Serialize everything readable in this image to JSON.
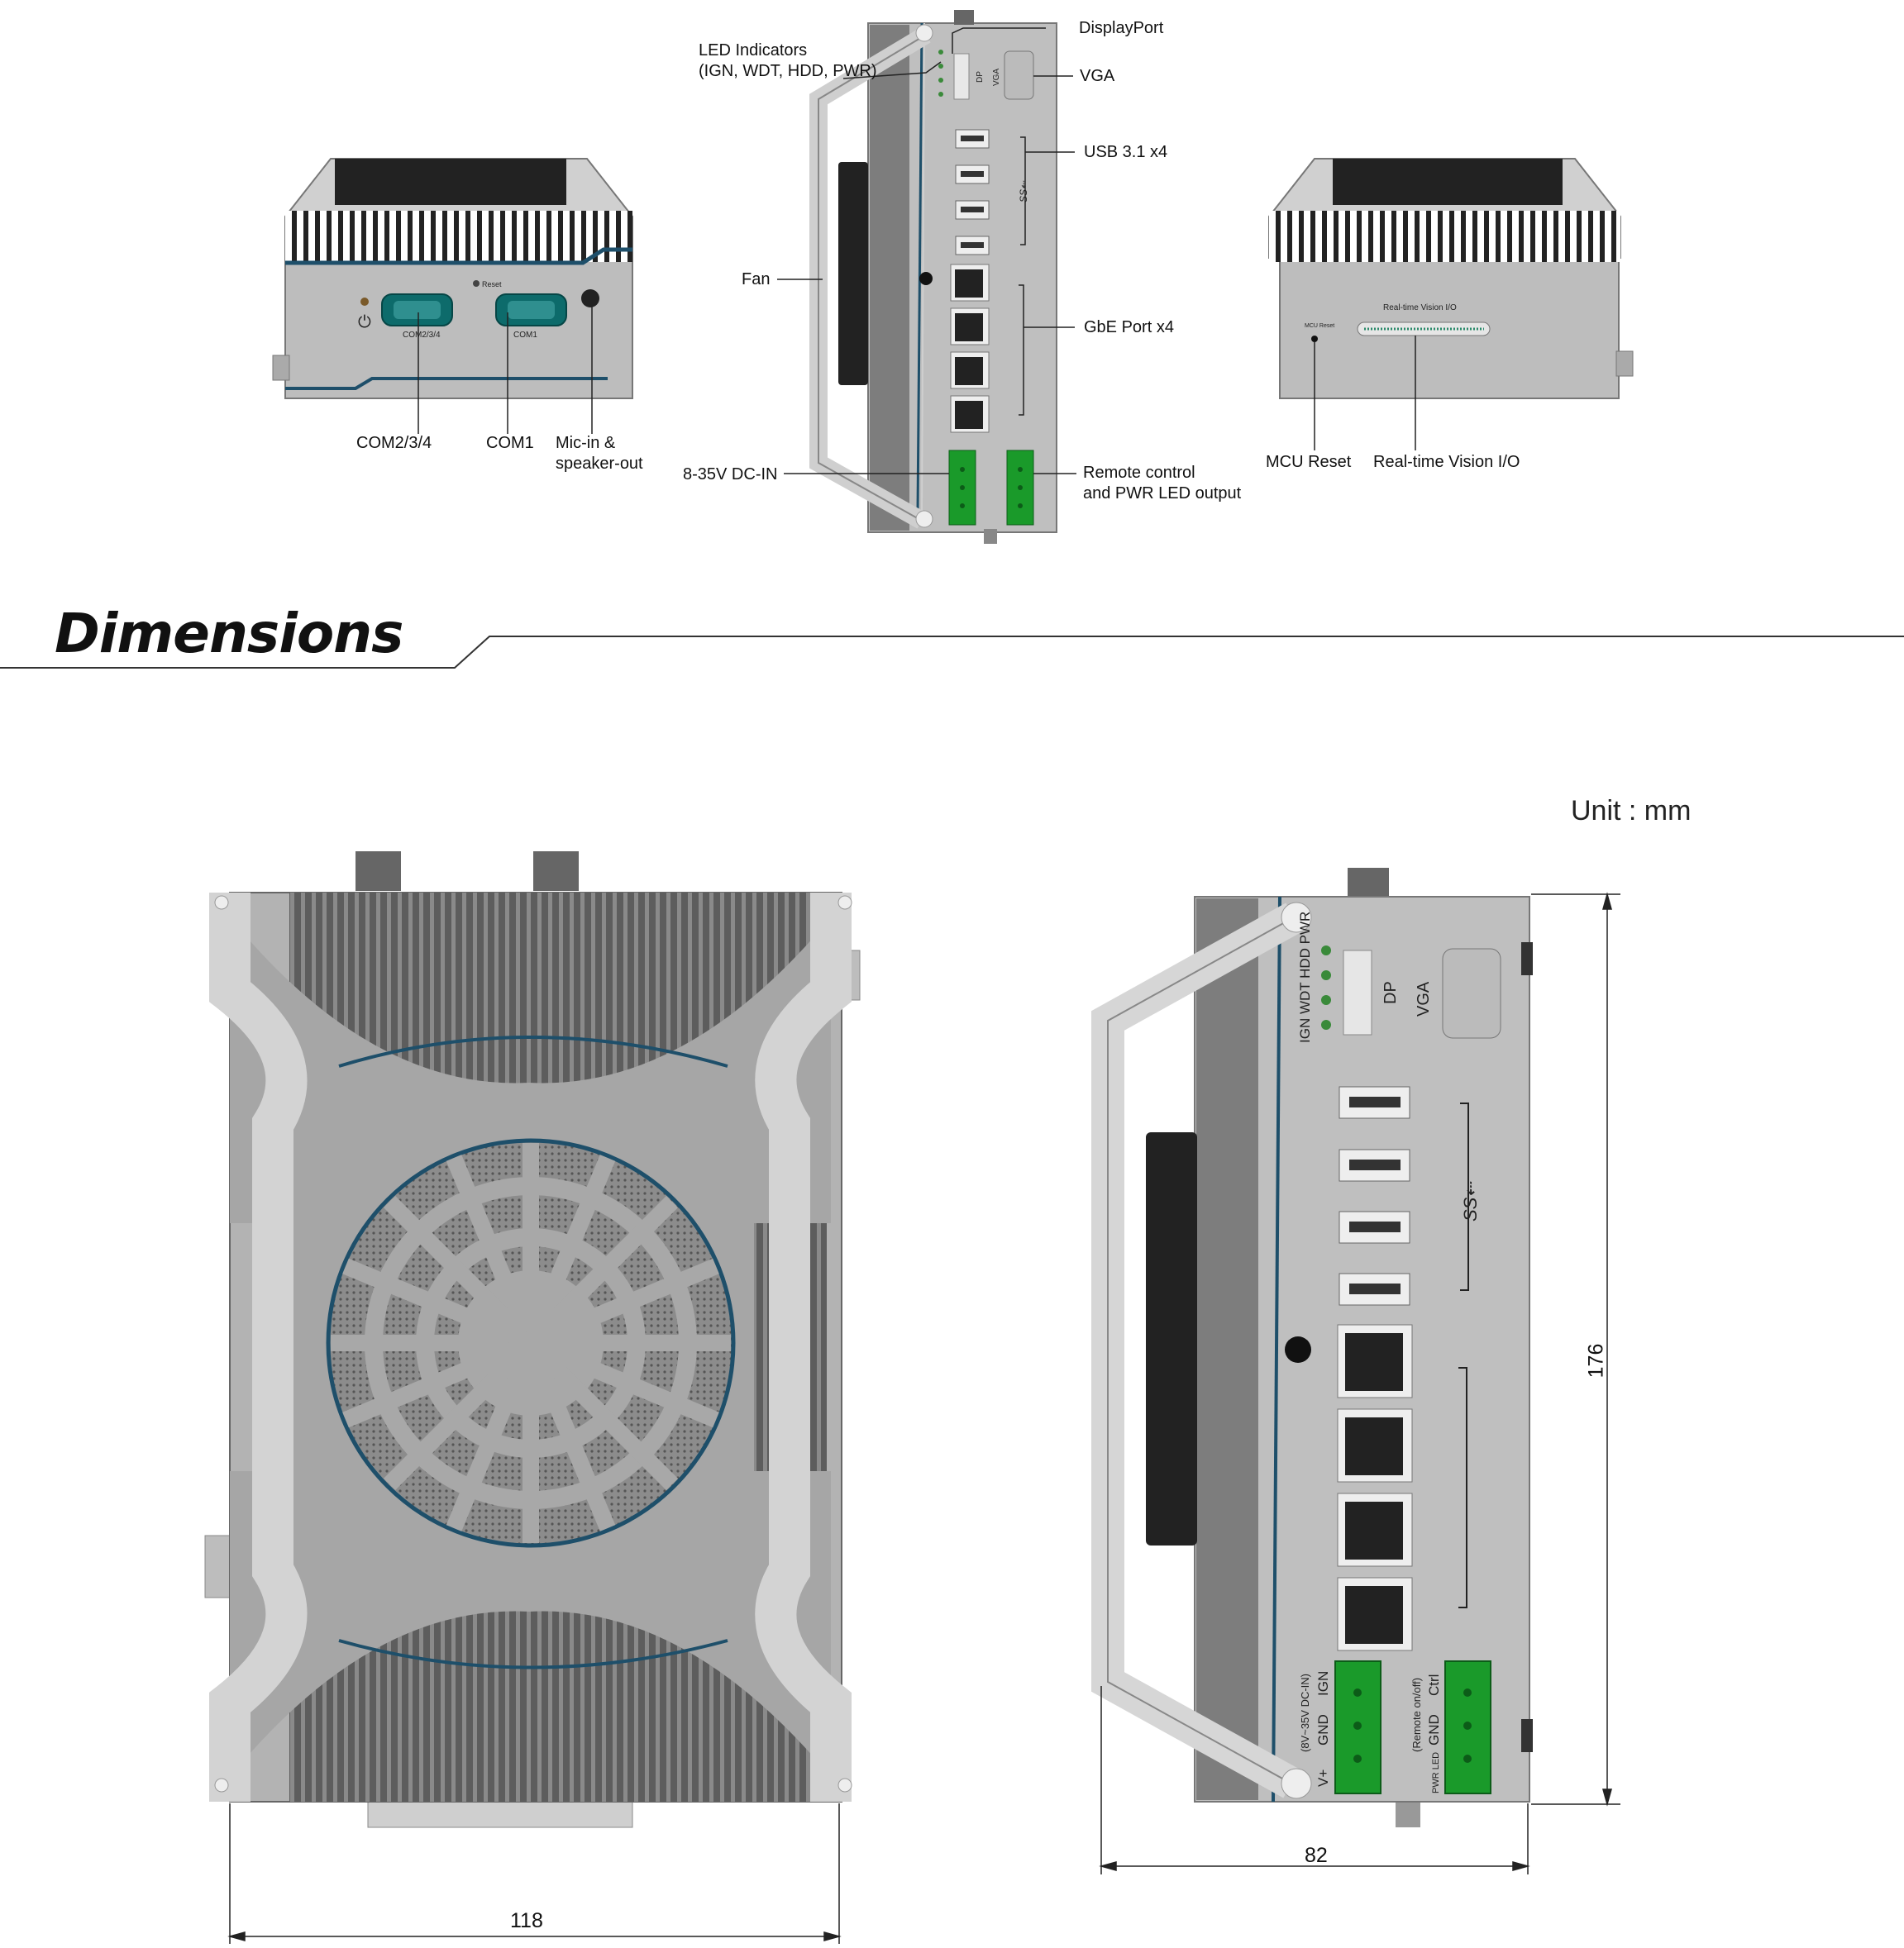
{
  "labels": {
    "led_indicators": "LED Indicators",
    "led_indicators_sub": "(IGN, WDT, HDD, PWR)",
    "displayport": "DisplayPort",
    "vga": "VGA",
    "usb": "USB 3.1 x4",
    "fan": "Fan",
    "gbe": "GbE Port x4",
    "dc_in": "8-35V DC-IN",
    "remote": "Remote control",
    "remote_sub": "and PWR LED output",
    "com234": "COM2/3/4",
    "com1": "COM1",
    "mic": "Mic-in &",
    "mic_sub": "speaker-out",
    "mcu_reset": "MCU Reset",
    "rtv_io": "Real-time Vision I/O"
  },
  "panel_text": {
    "reset": "Reset",
    "com234": "COM2/3/4",
    "com1": "COM1",
    "rtv_io": "Real-time Vision I/O",
    "mcu_reset": "MCU Reset",
    "dp": "DP",
    "vga": "VGA",
    "led_row": "IGN WDT HDD PWR",
    "dc_in": "(8V~35V DC-IN)",
    "gnd": "GND",
    "ign": "IGN",
    "vplus": "V+",
    "remote": "(Remote on/off)",
    "ctrl": "Ctrl",
    "pwr_led": "PWR LED"
  },
  "section_title": "Dimensions",
  "unit_label": "Unit : mm",
  "dimensions": {
    "width": "118",
    "depth": "82",
    "height": "176"
  }
}
